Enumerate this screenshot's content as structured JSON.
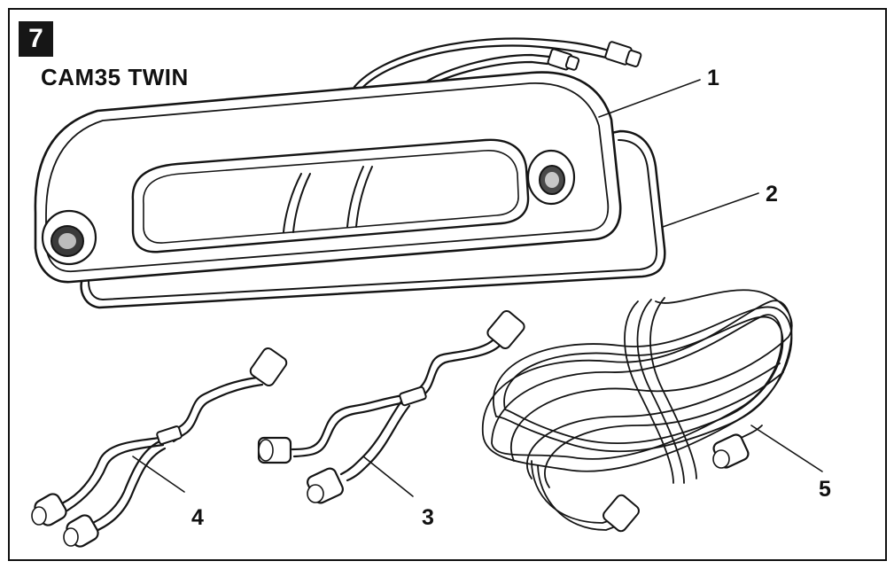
{
  "figure": {
    "number": "7",
    "title": "CAM35 TWIN"
  },
  "callouts": [
    "1",
    "2",
    "3",
    "4",
    "5"
  ]
}
